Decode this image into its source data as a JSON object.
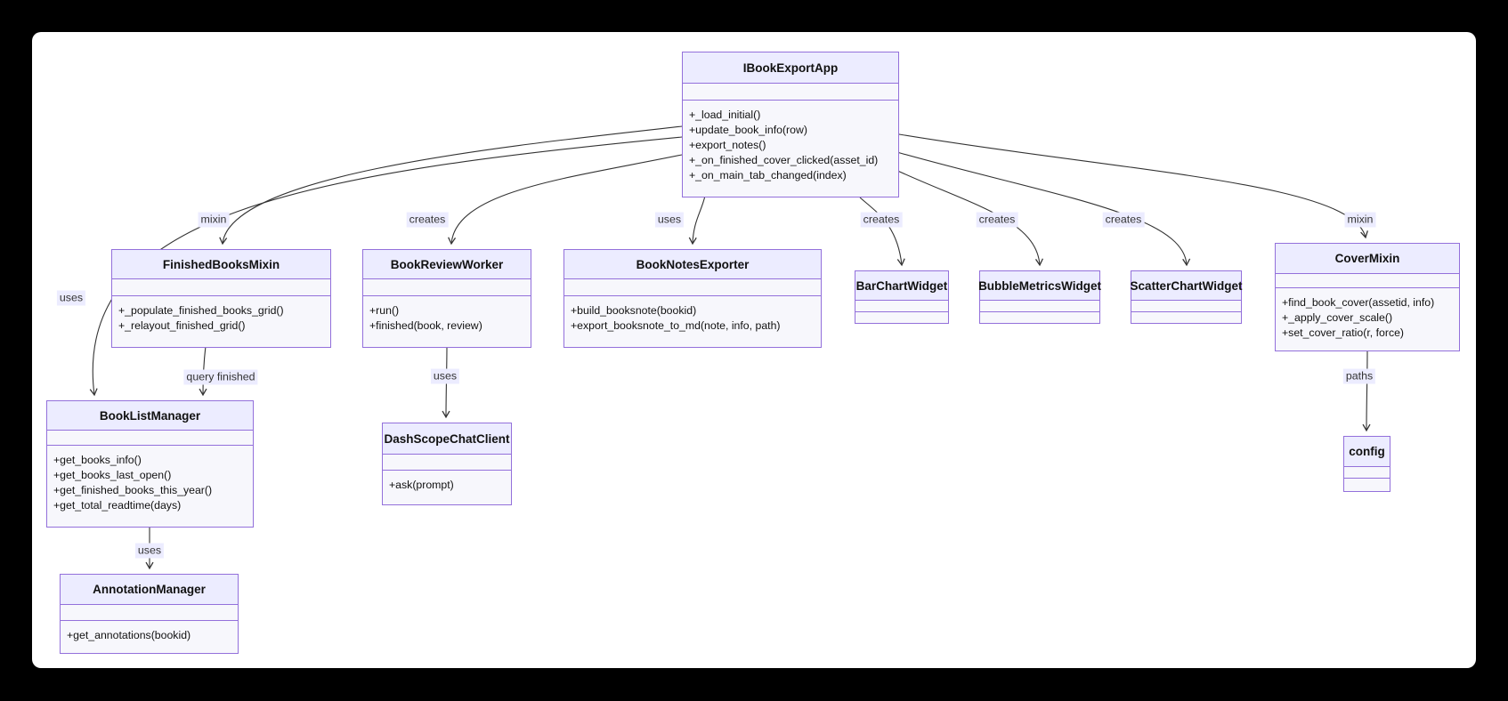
{
  "diagram_type": "uml-class-diagram",
  "classes": [
    {
      "id": "IBookExportApp",
      "name": "IBookExportApp",
      "attributes": [],
      "methods": [
        "+_load_initial()",
        "+update_book_info(row)",
        "+export_notes()",
        "+_on_finished_cover_clicked(asset_id)",
        "+_on_main_tab_changed(index)"
      ]
    },
    {
      "id": "FinishedBooksMixin",
      "name": "FinishedBooksMixin",
      "attributes": [],
      "methods": [
        "+_populate_finished_books_grid()",
        "+_relayout_finished_grid()"
      ]
    },
    {
      "id": "BookReviewWorker",
      "name": "BookReviewWorker",
      "attributes": [],
      "methods": [
        "+run()",
        "+finished(book, review)"
      ]
    },
    {
      "id": "BookNotesExporter",
      "name": "BookNotesExporter",
      "attributes": [],
      "methods": [
        "+build_booksnote(bookid)",
        "+export_booksnote_to_md(note, info, path)"
      ]
    },
    {
      "id": "BarChartWidget",
      "name": "BarChartWidget",
      "attributes": [],
      "methods": []
    },
    {
      "id": "BubbleMetricsWidget",
      "name": "BubbleMetricsWidget",
      "attributes": [],
      "methods": []
    },
    {
      "id": "ScatterChartWidget",
      "name": "ScatterChartWidget",
      "attributes": [],
      "methods": []
    },
    {
      "id": "CoverMixin",
      "name": "CoverMixin",
      "attributes": [],
      "methods": [
        "+find_book_cover(assetid, info)",
        "+_apply_cover_scale()",
        "+set_cover_ratio(r, force)"
      ]
    },
    {
      "id": "BookListManager",
      "name": "BookListManager",
      "attributes": [],
      "methods": [
        "+get_books_info()",
        "+get_books_last_open()",
        "+get_finished_books_this_year()",
        "+get_total_readtime(days)"
      ]
    },
    {
      "id": "DashScopeChatClient",
      "name": "DashScopeChatClient",
      "attributes": [],
      "methods": [
        "+ask(prompt)"
      ]
    },
    {
      "id": "config",
      "name": "config",
      "attributes": [],
      "methods": []
    },
    {
      "id": "AnnotationManager",
      "name": "AnnotationManager",
      "attributes": [],
      "methods": [
        "+get_annotations(bookid)"
      ]
    }
  ],
  "relationships": [
    {
      "from": "IBookExportApp",
      "to": "FinishedBooksMixin",
      "label": "mixin"
    },
    {
      "from": "IBookExportApp",
      "to": "BookListManager",
      "label": "uses"
    },
    {
      "from": "IBookExportApp",
      "to": "BookReviewWorker",
      "label": "creates"
    },
    {
      "from": "IBookExportApp",
      "to": "BookNotesExporter",
      "label": "uses"
    },
    {
      "from": "IBookExportApp",
      "to": "BarChartWidget",
      "label": "creates"
    },
    {
      "from": "IBookExportApp",
      "to": "BubbleMetricsWidget",
      "label": "creates"
    },
    {
      "from": "IBookExportApp",
      "to": "ScatterChartWidget",
      "label": "creates"
    },
    {
      "from": "IBookExportApp",
      "to": "CoverMixin",
      "label": "mixin"
    },
    {
      "from": "FinishedBooksMixin",
      "to": "BookListManager",
      "label": "query finished"
    },
    {
      "from": "BookReviewWorker",
      "to": "DashScopeChatClient",
      "label": "uses"
    },
    {
      "from": "BookListManager",
      "to": "AnnotationManager",
      "label": "uses"
    },
    {
      "from": "CoverMixin",
      "to": "config",
      "label": "paths"
    }
  ],
  "colors": {
    "node_fill": "#ECECFF",
    "node_body_fill": "#f7f7fc",
    "node_border": "#9370DB",
    "edge": "#333333",
    "label_bg": "#ECECFF",
    "canvas": "#ffffff",
    "background": "#000000"
  }
}
